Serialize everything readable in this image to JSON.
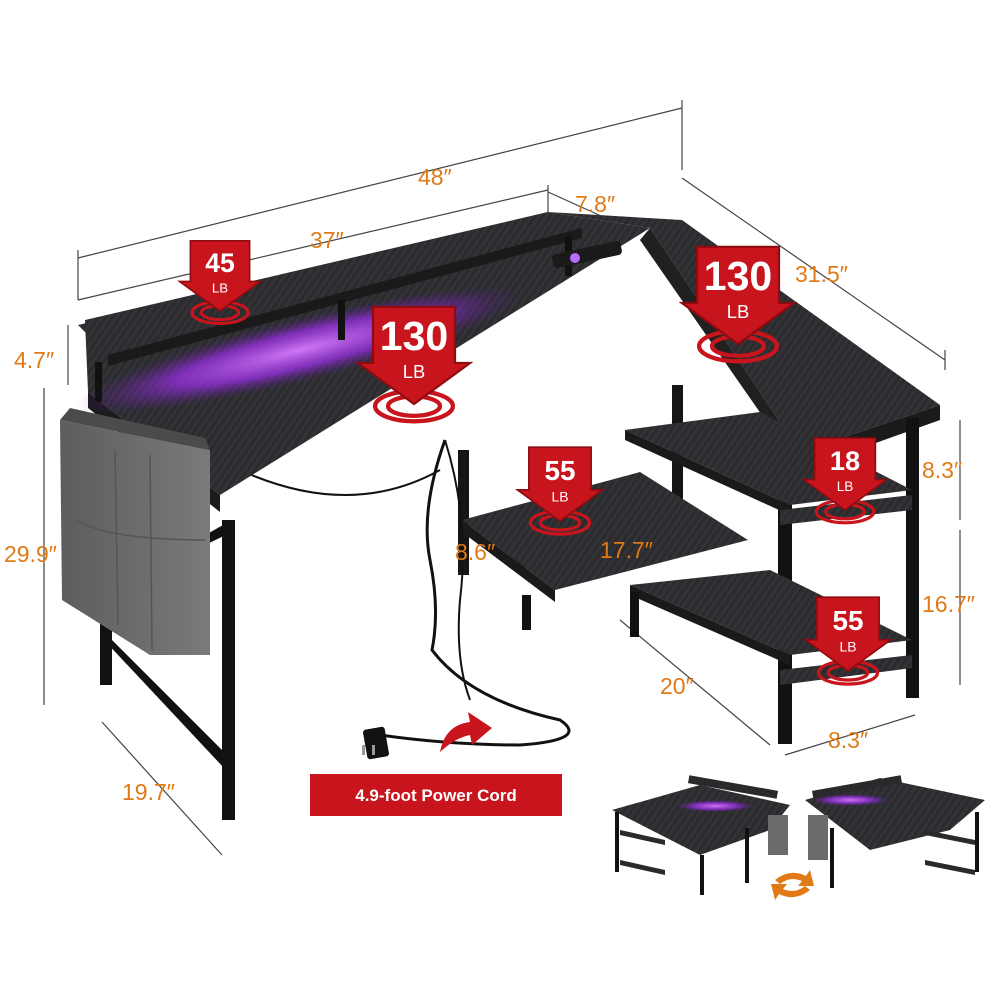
{
  "colors": {
    "dimension_text": "#e07a17",
    "dimension_line": "#444444",
    "badge": "#c8141c",
    "badge_dark": "#8e0b10",
    "desk_top": "#2a2a2c",
    "desk_frame": "#111111",
    "led_glow": "#b23cff",
    "pocket": "#6b6b6b"
  },
  "dimensions": {
    "overall_width": "48″",
    "desk_width": "37″",
    "monitor_stand_depth": "7.8″",
    "side_length": "31.5″",
    "monitor_stand_height": "4.7″",
    "height": "29.9″",
    "depth": "19.7″",
    "shelf_gap_top": "8.3″",
    "shelf_gap_bottom": "16.7″",
    "shelf_depth": "8.3″",
    "shelf_length": "20″",
    "footrest_depth": "8.6″",
    "footrest_width": "17.7″"
  },
  "load_badges": [
    {
      "id": "monitor-stand",
      "value": "45",
      "unit": "LB"
    },
    {
      "id": "main-desk",
      "value": "130",
      "unit": "LB"
    },
    {
      "id": "side-desk",
      "value": "130",
      "unit": "LB"
    },
    {
      "id": "footrest",
      "value": "55",
      "unit": "LB"
    },
    {
      "id": "shelf-upper",
      "value": "18",
      "unit": "LB"
    },
    {
      "id": "shelf-lower",
      "value": "55",
      "unit": "LB"
    }
  ],
  "power_cord": {
    "label": "4.9-foot Power Cord",
    "icon": "curved-arrow-icon"
  },
  "reversible": {
    "icon": "swap-arrows-icon"
  }
}
